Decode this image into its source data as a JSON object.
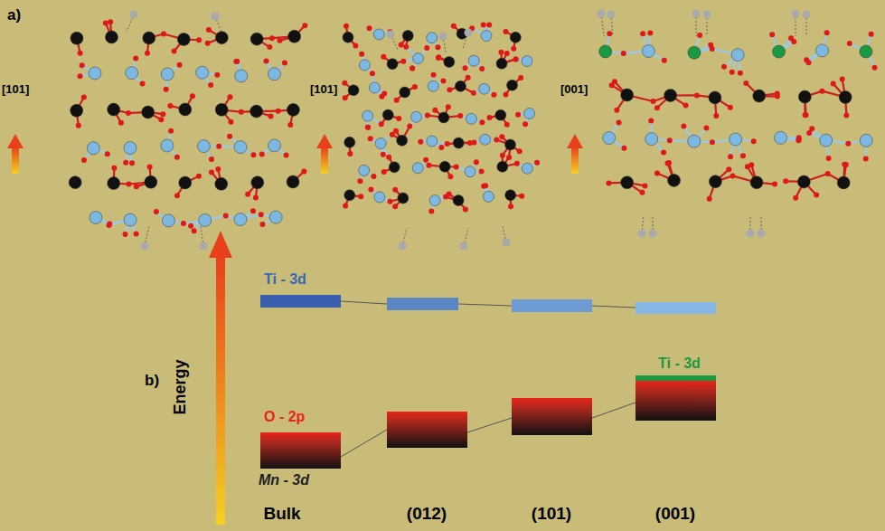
{
  "diagram": {
    "labels": [
      "a)",
      "[101]",
      "[101]",
      "[001]",
      "Ti - 3d",
      "b)",
      "Energy",
      "O - 2p",
      "Mn - 3d",
      "Ti - 3d",
      "Bulk",
      "(012)",
      "(101)",
      "(001)"
    ]
  }
}
